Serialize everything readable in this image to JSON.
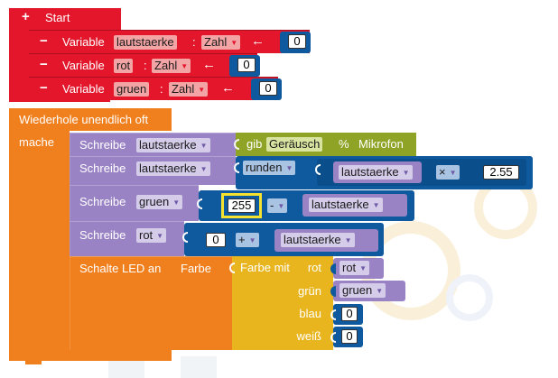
{
  "colors": {
    "start": "#E3162B",
    "loop": "#F07F1E",
    "write": "#9983C5",
    "math": "#0F5A9E",
    "sensor": "#8FA326",
    "led": "#E8B51E",
    "dropdown_red": "#F3A5A5",
    "dropdown_purple": "#C9BEE3",
    "dropdown_blue": "#A9C3E3",
    "dropdown_green": "#D8E4A0"
  },
  "start": {
    "label": "Start",
    "vars": [
      {
        "label": "Variable",
        "name": "lautstaerke",
        "colon": ":",
        "type": "Zahl",
        "arrow": "←",
        "value": "0"
      },
      {
        "label": "Variable",
        "name": "rot",
        "colon": ":",
        "type": "Zahl",
        "arrow": "←",
        "value": "0"
      },
      {
        "label": "Variable",
        "name": "gruen",
        "colon": ":",
        "type": "Zahl",
        "arrow": "←",
        "value": "0"
      }
    ]
  },
  "loop": {
    "label": "Wiederhole unendlich oft",
    "do_label": "mache"
  },
  "statements": {
    "s1": {
      "label": "Schreibe",
      "var": "lautstaerke",
      "sensor": {
        "label": "gib",
        "what": "Geräusch",
        "unit": "%",
        "device": "Mikrofon"
      }
    },
    "s2": {
      "label": "Schreibe",
      "var": "lautstaerke",
      "func": "runden",
      "operand": "lautstaerke",
      "op": "×",
      "value": "2.55"
    },
    "s3": {
      "label": "Schreibe",
      "var": "gruen",
      "value": "255",
      "op": "-",
      "operand": "lautstaerke"
    },
    "s4": {
      "label": "Schreibe",
      "var": "rot",
      "value": "0",
      "op": "+",
      "operand": "lautstaerke"
    },
    "s5": {
      "label": "Schalte LED an",
      "farbe_label": "Farbe",
      "color_label": "Farbe mit",
      "rows": [
        {
          "label": "rot",
          "value": "rot"
        },
        {
          "label": "grün",
          "value": "gruen"
        },
        {
          "label": "blau",
          "value": "0"
        },
        {
          "label": "weiß",
          "value": "0"
        }
      ]
    }
  }
}
